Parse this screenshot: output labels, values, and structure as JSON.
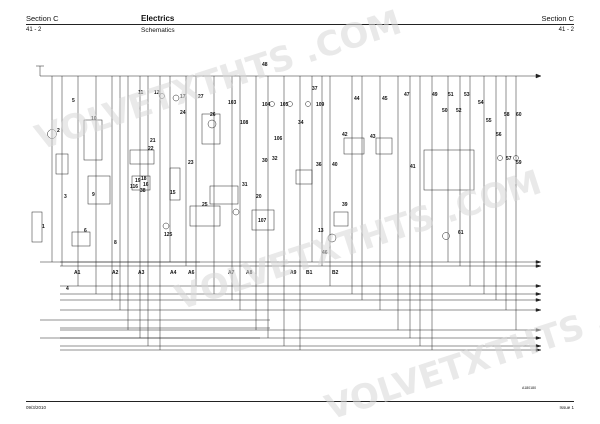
{
  "header": {
    "left_title": "Section C",
    "left_sub": "41 - 2",
    "center_title": "Electrics",
    "center_sub": "Schematics",
    "right_title": "Section C",
    "right_sub": "41 - 2"
  },
  "footer": {
    "date": "09/3/2010",
    "issue": "Issue 1",
    "drawing_ref": "A180180"
  },
  "watermark": {
    "text": "VOLVETXTHTS .COM"
  },
  "components": [
    {
      "id": "1"
    },
    {
      "id": "2"
    },
    {
      "id": "3"
    },
    {
      "id": "4"
    },
    {
      "id": "5"
    },
    {
      "id": "6"
    },
    {
      "id": "8"
    },
    {
      "id": "9"
    },
    {
      "id": "10"
    },
    {
      "id": "11"
    },
    {
      "id": "12"
    },
    {
      "id": "13"
    },
    {
      "id": "15"
    },
    {
      "id": "16"
    },
    {
      "id": "17"
    },
    {
      "id": "18"
    },
    {
      "id": "19"
    },
    {
      "id": "20"
    },
    {
      "id": "21"
    },
    {
      "id": "22"
    },
    {
      "id": "23"
    },
    {
      "id": "24"
    },
    {
      "id": "25"
    },
    {
      "id": "26"
    },
    {
      "id": "27"
    },
    {
      "id": "30"
    },
    {
      "id": "31"
    },
    {
      "id": "32"
    },
    {
      "id": "34"
    },
    {
      "id": "36"
    },
    {
      "id": "37"
    },
    {
      "id": "38"
    },
    {
      "id": "39"
    },
    {
      "id": "40"
    },
    {
      "id": "41"
    },
    {
      "id": "42"
    },
    {
      "id": "43"
    },
    {
      "id": "44"
    },
    {
      "id": "45"
    },
    {
      "id": "46"
    },
    {
      "id": "47"
    },
    {
      "id": "48"
    },
    {
      "id": "49"
    },
    {
      "id": "50"
    },
    {
      "id": "51"
    },
    {
      "id": "52"
    },
    {
      "id": "53"
    },
    {
      "id": "54"
    },
    {
      "id": "55"
    },
    {
      "id": "56"
    },
    {
      "id": "57"
    },
    {
      "id": "58"
    },
    {
      "id": "59"
    },
    {
      "id": "60"
    },
    {
      "id": "61"
    },
    {
      "id": "103"
    },
    {
      "id": "104"
    },
    {
      "id": "105"
    },
    {
      "id": "106"
    },
    {
      "id": "107"
    },
    {
      "id": "108"
    },
    {
      "id": "109"
    },
    {
      "id": "116"
    },
    {
      "id": "125"
    },
    {
      "id": "A1"
    },
    {
      "id": "A2"
    },
    {
      "id": "A3"
    },
    {
      "id": "A4"
    },
    {
      "id": "A6"
    },
    {
      "id": "A7"
    },
    {
      "id": "A8"
    },
    {
      "id": "A9"
    },
    {
      "id": "B1"
    },
    {
      "id": "B2"
    }
  ]
}
